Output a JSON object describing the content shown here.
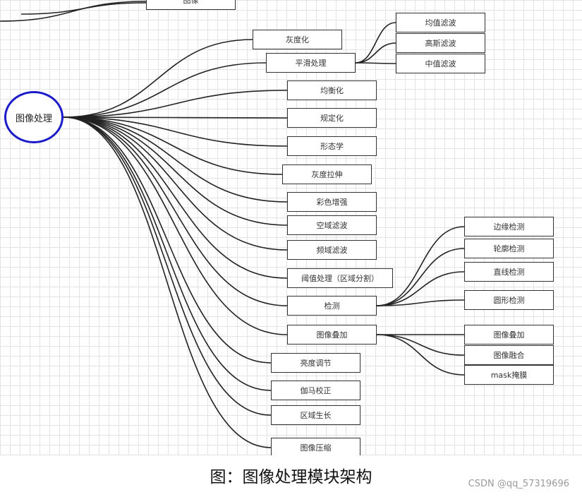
{
  "diagram": {
    "root": "图像处理",
    "top_partial_label": "图像",
    "branches": [
      {
        "label": "灰度化"
      },
      {
        "label": "平滑处理",
        "children": [
          "均值滤波",
          "高斯滤波",
          "中值滤波"
        ]
      },
      {
        "label": "均衡化"
      },
      {
        "label": "规定化"
      },
      {
        "label": "形态学"
      },
      {
        "label": "灰度拉伸"
      },
      {
        "label": "彩色增强"
      },
      {
        "label": "空域滤波"
      },
      {
        "label": "频域滤波"
      },
      {
        "label": "阈值处理（区域分割）"
      },
      {
        "label": "检测",
        "children": [
          "边缘检测",
          "轮廓检测",
          "直线检测",
          "圆形检测"
        ]
      },
      {
        "label": "图像叠加",
        "children": [
          "图像叠加",
          "图像融合",
          "mask掩膜"
        ]
      },
      {
        "label": "亮度调节"
      },
      {
        "label": "伽马校正"
      },
      {
        "label": "区域生长"
      },
      {
        "label": "图像压缩"
      }
    ]
  },
  "caption": "图：图像处理模块架构",
  "watermark": "CSDN @qq_57319696",
  "colors": {
    "root_border": "#1b1bc9",
    "line": "#222222",
    "grid": "#e3e3e3"
  }
}
